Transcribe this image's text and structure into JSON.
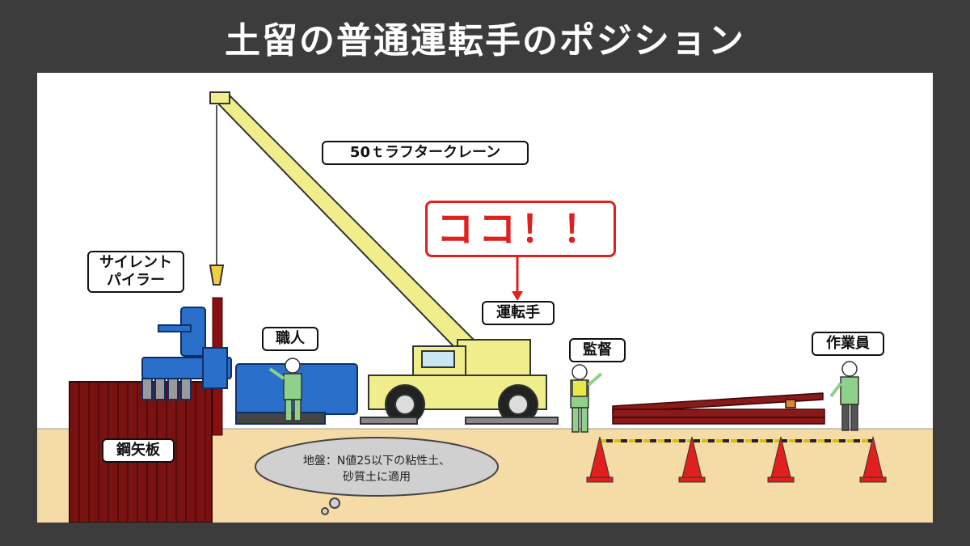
{
  "title": "土留の普通運転手のポジション",
  "labels": {
    "crane": "50ｔラフタークレーン",
    "callout": "ココ！！",
    "operator": "運転手",
    "silent_piler_line1": "サイレント",
    "silent_piler_line2": "パイラー",
    "craftsman": "職人",
    "supervisor": "監督",
    "worker": "作業員",
    "sheet_pile": "鋼矢板",
    "ground_line1": "地盤：N値25以下の粘性土、",
    "ground_line2": "砂質土に適用"
  },
  "colors": {
    "background": "#3c3c3c",
    "ground": "#f5dca6",
    "crane_yellow": "#f0ee8a",
    "piler_blue": "#2a6fc9",
    "sheet_pile": "#7a1212",
    "callout_red": "#e0201e",
    "worker_green": "#8fd08a"
  }
}
